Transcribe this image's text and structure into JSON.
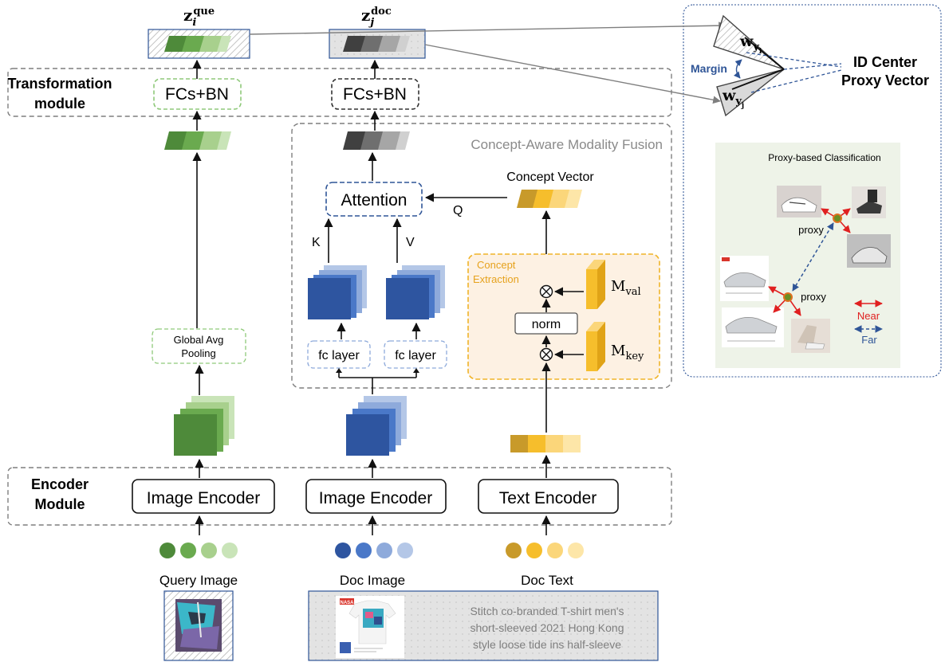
{
  "labels": {
    "z_que_base": "z",
    "z_que_sub": "i",
    "z_que_sup": "que",
    "z_doc_base": "z",
    "z_doc_sub": "j",
    "z_doc_sup": "doc",
    "transformation_line1": "Transformation",
    "transformation_line2": "module",
    "fcs_bn": "FCs+BN",
    "concept_aware_title": "Concept-Aware Modality Fusion",
    "attention": "Attention",
    "q_label": "Q",
    "k_label": "K",
    "v_label": "V",
    "concept_vector": "Concept Vector",
    "concept_extraction_line1": "Concept",
    "concept_extraction_line2": "Extraction",
    "m_base": "M",
    "m_val_sub": "val",
    "m_key_sub": "key",
    "otimes": "⊗",
    "norm": "norm",
    "fc_layer": "fc layer",
    "global_avg_line1": "Global Avg",
    "global_avg_line2": "Pooling",
    "encoder_line1": "Encoder",
    "encoder_line2": "Module",
    "image_encoder": "Image Encoder",
    "text_encoder": "Text Encoder",
    "query_image": "Query Image",
    "doc_image": "Doc Image",
    "doc_text": "Doc Text",
    "doc_text_line1": "Stitch co-branded T-shirt men's",
    "doc_text_line2": "short-sleeved 2021 Hong Kong",
    "doc_text_line3": "style loose tide ins half-sleeve",
    "margin": "Margin",
    "w_base": "w",
    "w_sub_i": "y",
    "w_subsub_i": "i",
    "w_sub_j": "y",
    "w_subsub_j": "j",
    "id_center_line1": "ID Center",
    "id_center_line2": "Proxy Vector",
    "proxy_title": "Proxy-based Classification",
    "proxy": "proxy",
    "near": "Near",
    "far": "Far",
    "nasa_logo": "NASA"
  },
  "colors": {
    "green_dark": "#4e8a3a",
    "green_mid": "#6aaa4f",
    "green_light": "#a8d08d",
    "green_pale": "#c9e4b8",
    "blue_dark": "#2e55a0",
    "blue_mid": "#4a78c8",
    "blue_light": "#8eaadb",
    "blue_pale": "#b4c7e7",
    "gold_dark": "#c89a2a",
    "gold_mid": "#f6be2c",
    "gold_light": "#fbd67a",
    "gold_pale": "#fde6a8",
    "red": "#e02020",
    "navy": "#2f5597"
  }
}
